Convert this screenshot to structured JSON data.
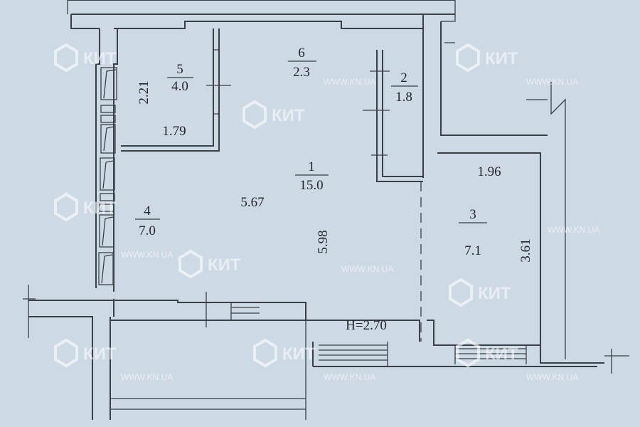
{
  "rooms": [
    {
      "number": "1",
      "area": "15.0"
    },
    {
      "number": "2",
      "area": "1.8"
    },
    {
      "number": "3",
      "area": "7.1"
    },
    {
      "number": "4",
      "area": "7.0"
    },
    {
      "number": "5",
      "area": "4.0"
    },
    {
      "number": "6",
      "area": "2.3"
    }
  ],
  "dimensions": {
    "room5_height": "2.21",
    "room5_width": "1.79",
    "room1_width": "5.67",
    "room1_length": "5.98",
    "room3_width": "1.96",
    "room3_length": "3.61",
    "ceiling_height": "H=2.70"
  },
  "watermark": {
    "brand": "КИТ",
    "url": "WWW.KN.UA"
  },
  "colors": {
    "background": "#cdd9e4",
    "lines": "#3a4048"
  }
}
